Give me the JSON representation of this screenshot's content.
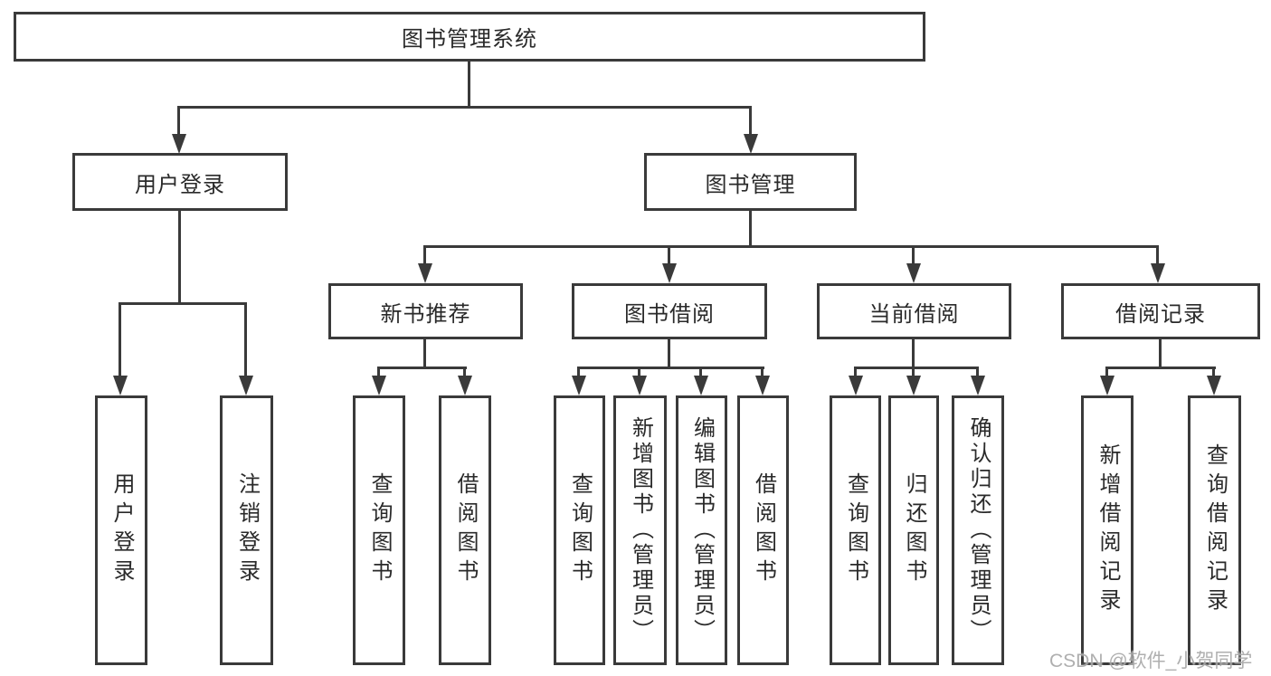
{
  "tree": {
    "root": "图书管理系统",
    "children": [
      {
        "label": "用户登录",
        "children": [
          "用户登录",
          "注销登录"
        ]
      },
      {
        "label": "图书管理",
        "children": [
          {
            "label": "新书推荐",
            "children": [
              "查询图书",
              "借阅图书"
            ]
          },
          {
            "label": "图书借阅",
            "children": [
              "查询图书",
              "新增图书（管理员）",
              "编辑图书（管理员）",
              "借阅图书"
            ]
          },
          {
            "label": "当前借阅",
            "children": [
              "查询图书",
              "归还图书",
              "确认归还（管理员）"
            ]
          },
          {
            "label": "借阅记录",
            "children": [
              "新增借阅记录",
              "查询借阅记录"
            ]
          }
        ]
      }
    ]
  },
  "watermark": "CSDN @软件_小贺同学",
  "colors": {
    "line": "#3a3a3a",
    "text": "#2a2a2a",
    "watermark": "#a9a9a9",
    "background": "#ffffff"
  }
}
